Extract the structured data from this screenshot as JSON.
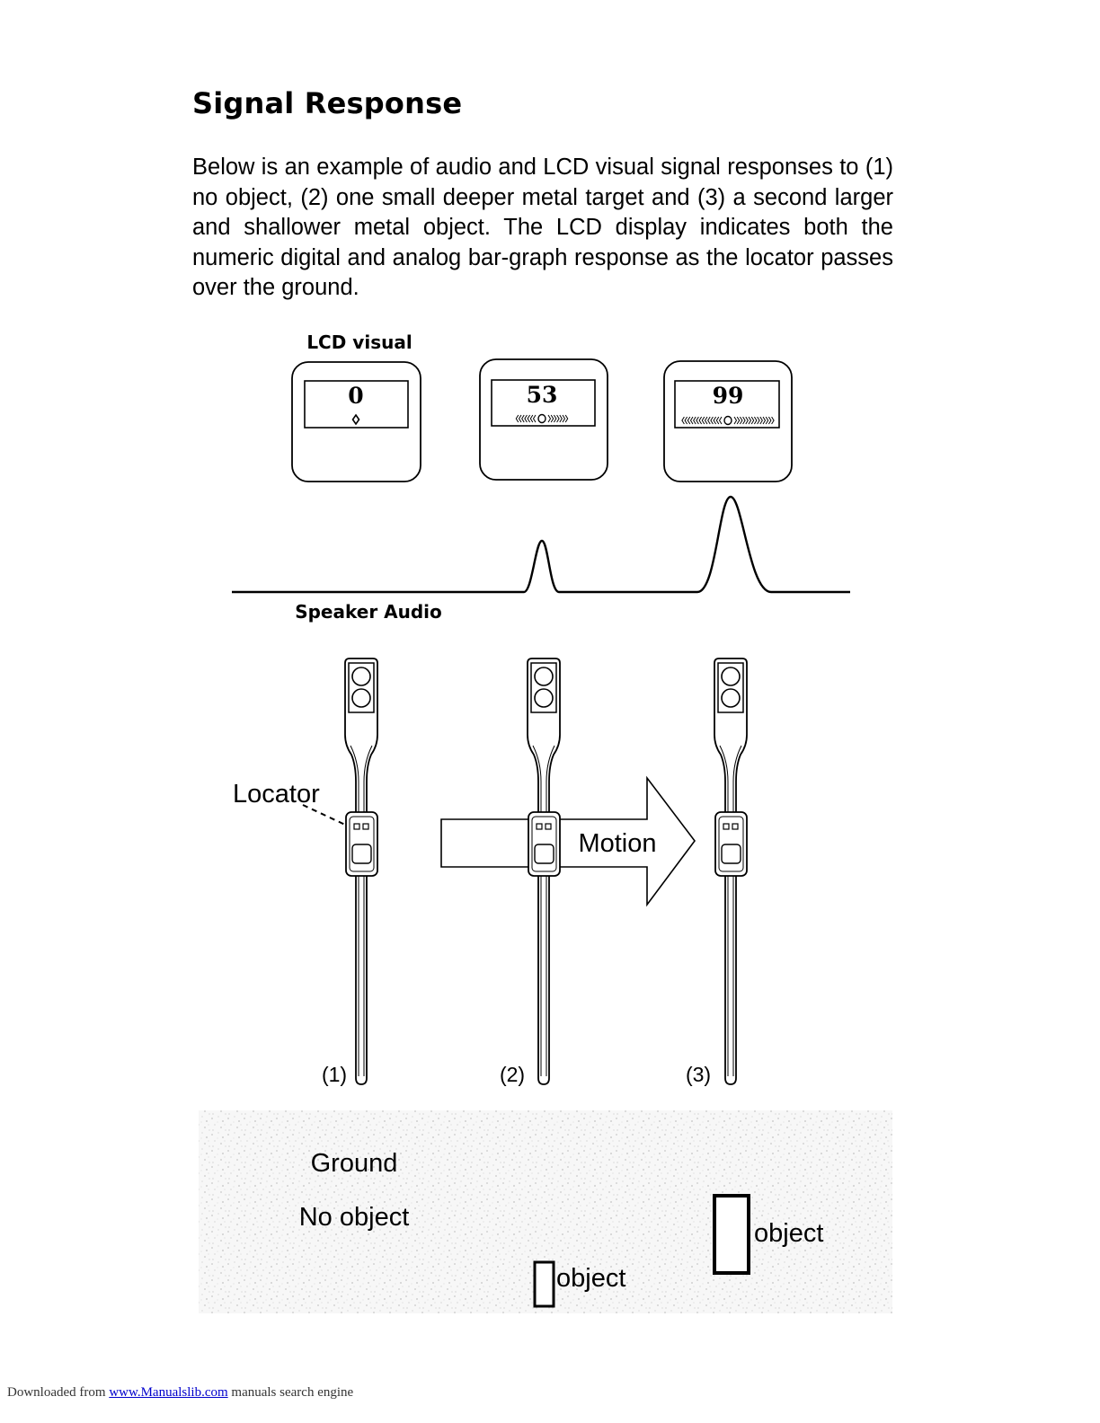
{
  "page": {
    "title": "Signal Response",
    "intro": "Below is an example of audio and LCD visual signal responses to (1) no object, (2) one small deeper metal target and (3) a second larger and shallower metal object. The LCD display indicates both the numeric digital and analog bar-graph response as the locator passes over the ground."
  },
  "diagram": {
    "lcd_label": "LCD visual",
    "speaker_label": "Speaker Audio",
    "locator_label": "Locator",
    "motion_label": "Motion",
    "ground_label": "Ground",
    "no_object_label": "No object",
    "small_object_label": "object",
    "large_object_label": "object",
    "positions": [
      {
        "label": "(1)",
        "lcd_value": "0",
        "bar_level": 0
      },
      {
        "label": "(2)",
        "lcd_value": "53",
        "bar_level": 0.53
      },
      {
        "label": "(3)",
        "lcd_value": "99",
        "bar_level": 0.99
      }
    ]
  },
  "footer": {
    "prefix": "Downloaded from",
    "link_text": "www.Manualslib.com",
    "suffix": "manuals search engine"
  }
}
